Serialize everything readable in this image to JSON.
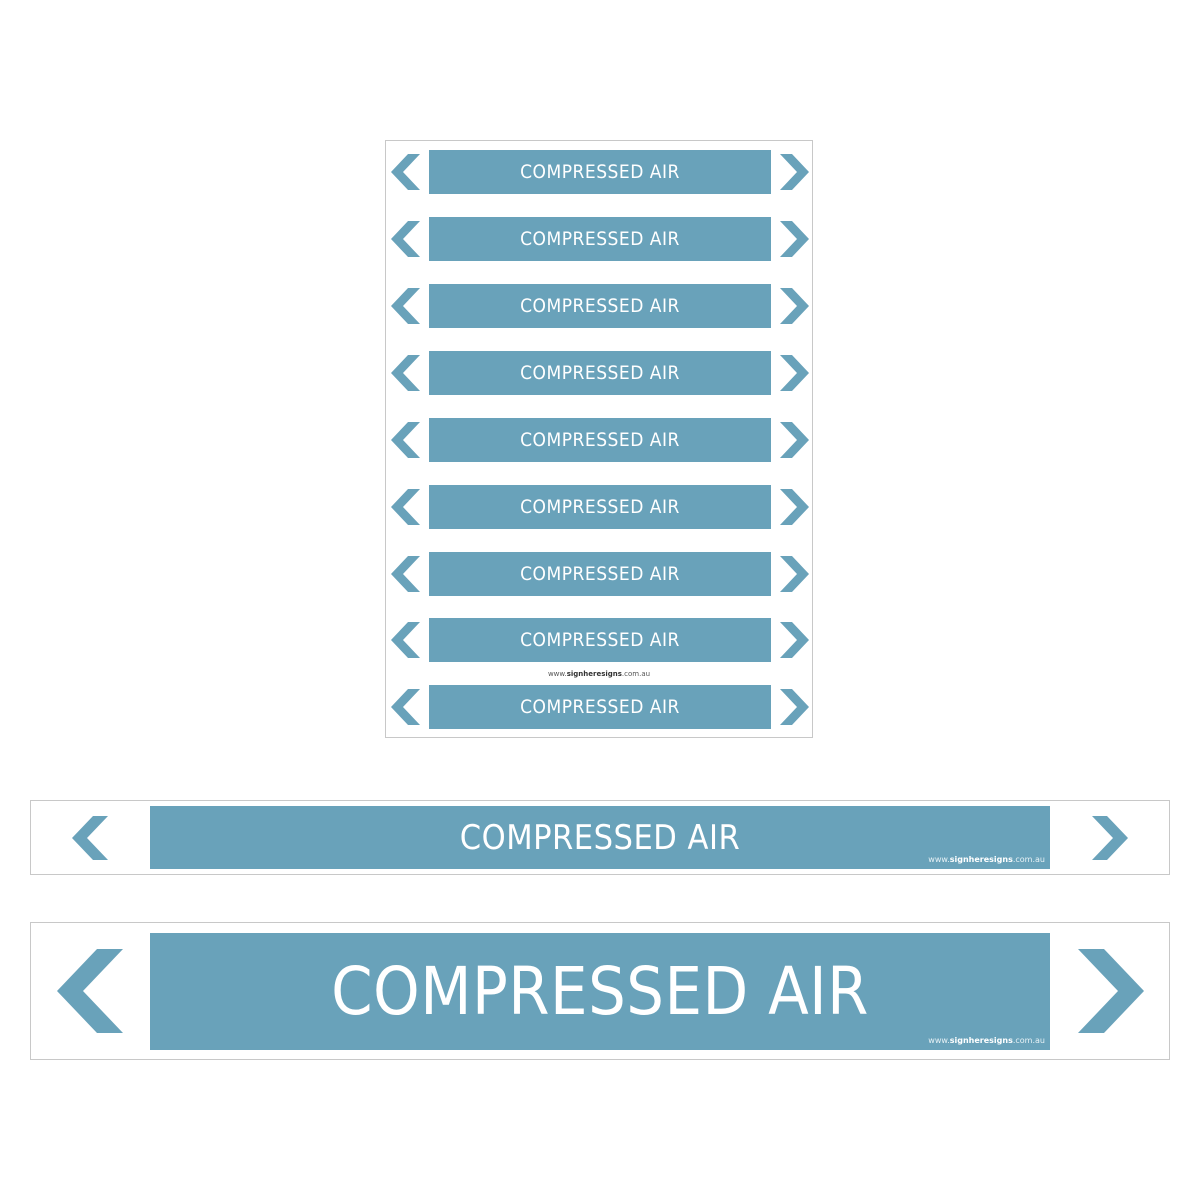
{
  "label_text": "COMPRESSED AIR",
  "website": {
    "prefix": "www.",
    "brand": "signheresigns",
    "suffix": ".com.au"
  },
  "sheet": {
    "rows": [
      {
        "text": "COMPRESSED AIR"
      },
      {
        "text": "COMPRESSED AIR"
      },
      {
        "text": "COMPRESSED AIR"
      },
      {
        "text": "COMPRESSED AIR"
      },
      {
        "text": "COMPRESSED AIR"
      },
      {
        "text": "COMPRESSED AIR"
      },
      {
        "text": "COMPRESSED AIR"
      },
      {
        "text": "COMPRESSED AIR"
      },
      {
        "text": "COMPRESSED AIR"
      }
    ]
  },
  "strip_medium": {
    "text": "COMPRESSED AIR"
  },
  "strip_large": {
    "text": "COMPRESSED AIR"
  },
  "colors": {
    "label_blue": "#69a2ba",
    "text": "#ffffff",
    "border": "#c8c8c8"
  },
  "icons": {
    "left": "chevron-left-icon",
    "right": "chevron-right-icon"
  }
}
